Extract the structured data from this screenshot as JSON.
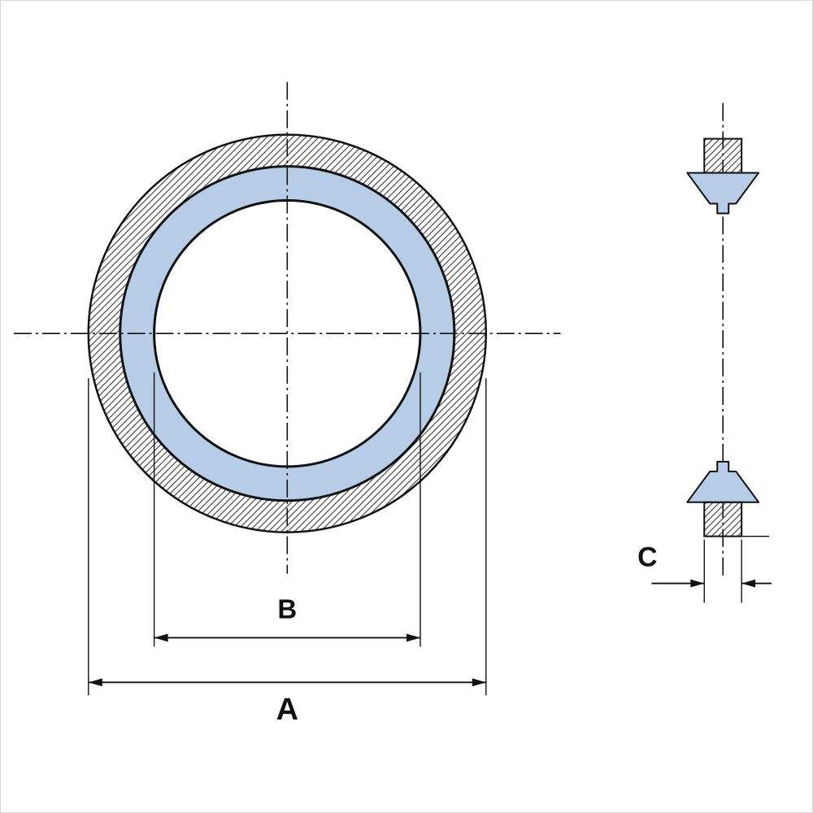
{
  "diagram": {
    "labels": {
      "outer_diameter": "A",
      "inner_diameter": "B",
      "thickness": "C"
    },
    "colors": {
      "seal_fill": "#b7cce6",
      "line_color": "#111111",
      "background": "#ffffff"
    }
  }
}
